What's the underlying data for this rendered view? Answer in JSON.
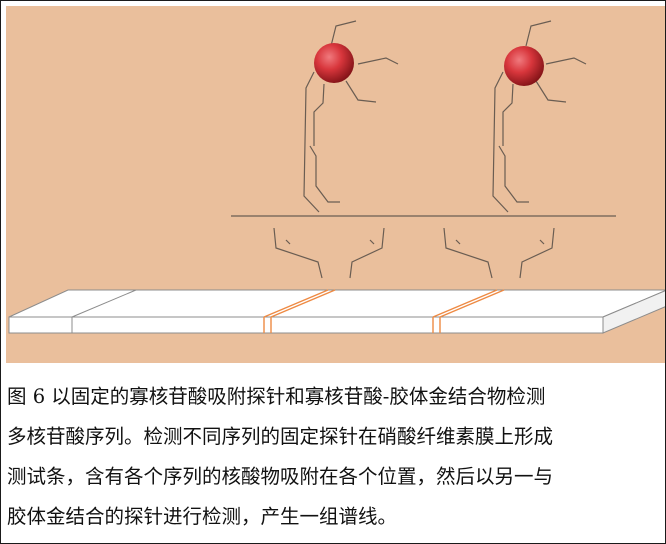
{
  "figure": {
    "colors": {
      "background": "#eabf9c",
      "gold_particle": "#d8363c",
      "gold_particle_dark": "#7e1115",
      "strand": "#6a5d52",
      "test_line": "#ee8a43",
      "strip": "#ffffff"
    },
    "caption_lines": [
      "图 6 以固定的寡核苷酸吸附探针和寡核苷酸-胶体金结合物检测",
      "多核苷酸序列。检测不同序列的固定探针在硝酸纤维素膜上形成",
      "测试条，含有各个序列的核酸物吸附在各个位置，然后以另一与",
      "胶体金结合的探针进行检测，产生一组谱线。"
    ]
  }
}
